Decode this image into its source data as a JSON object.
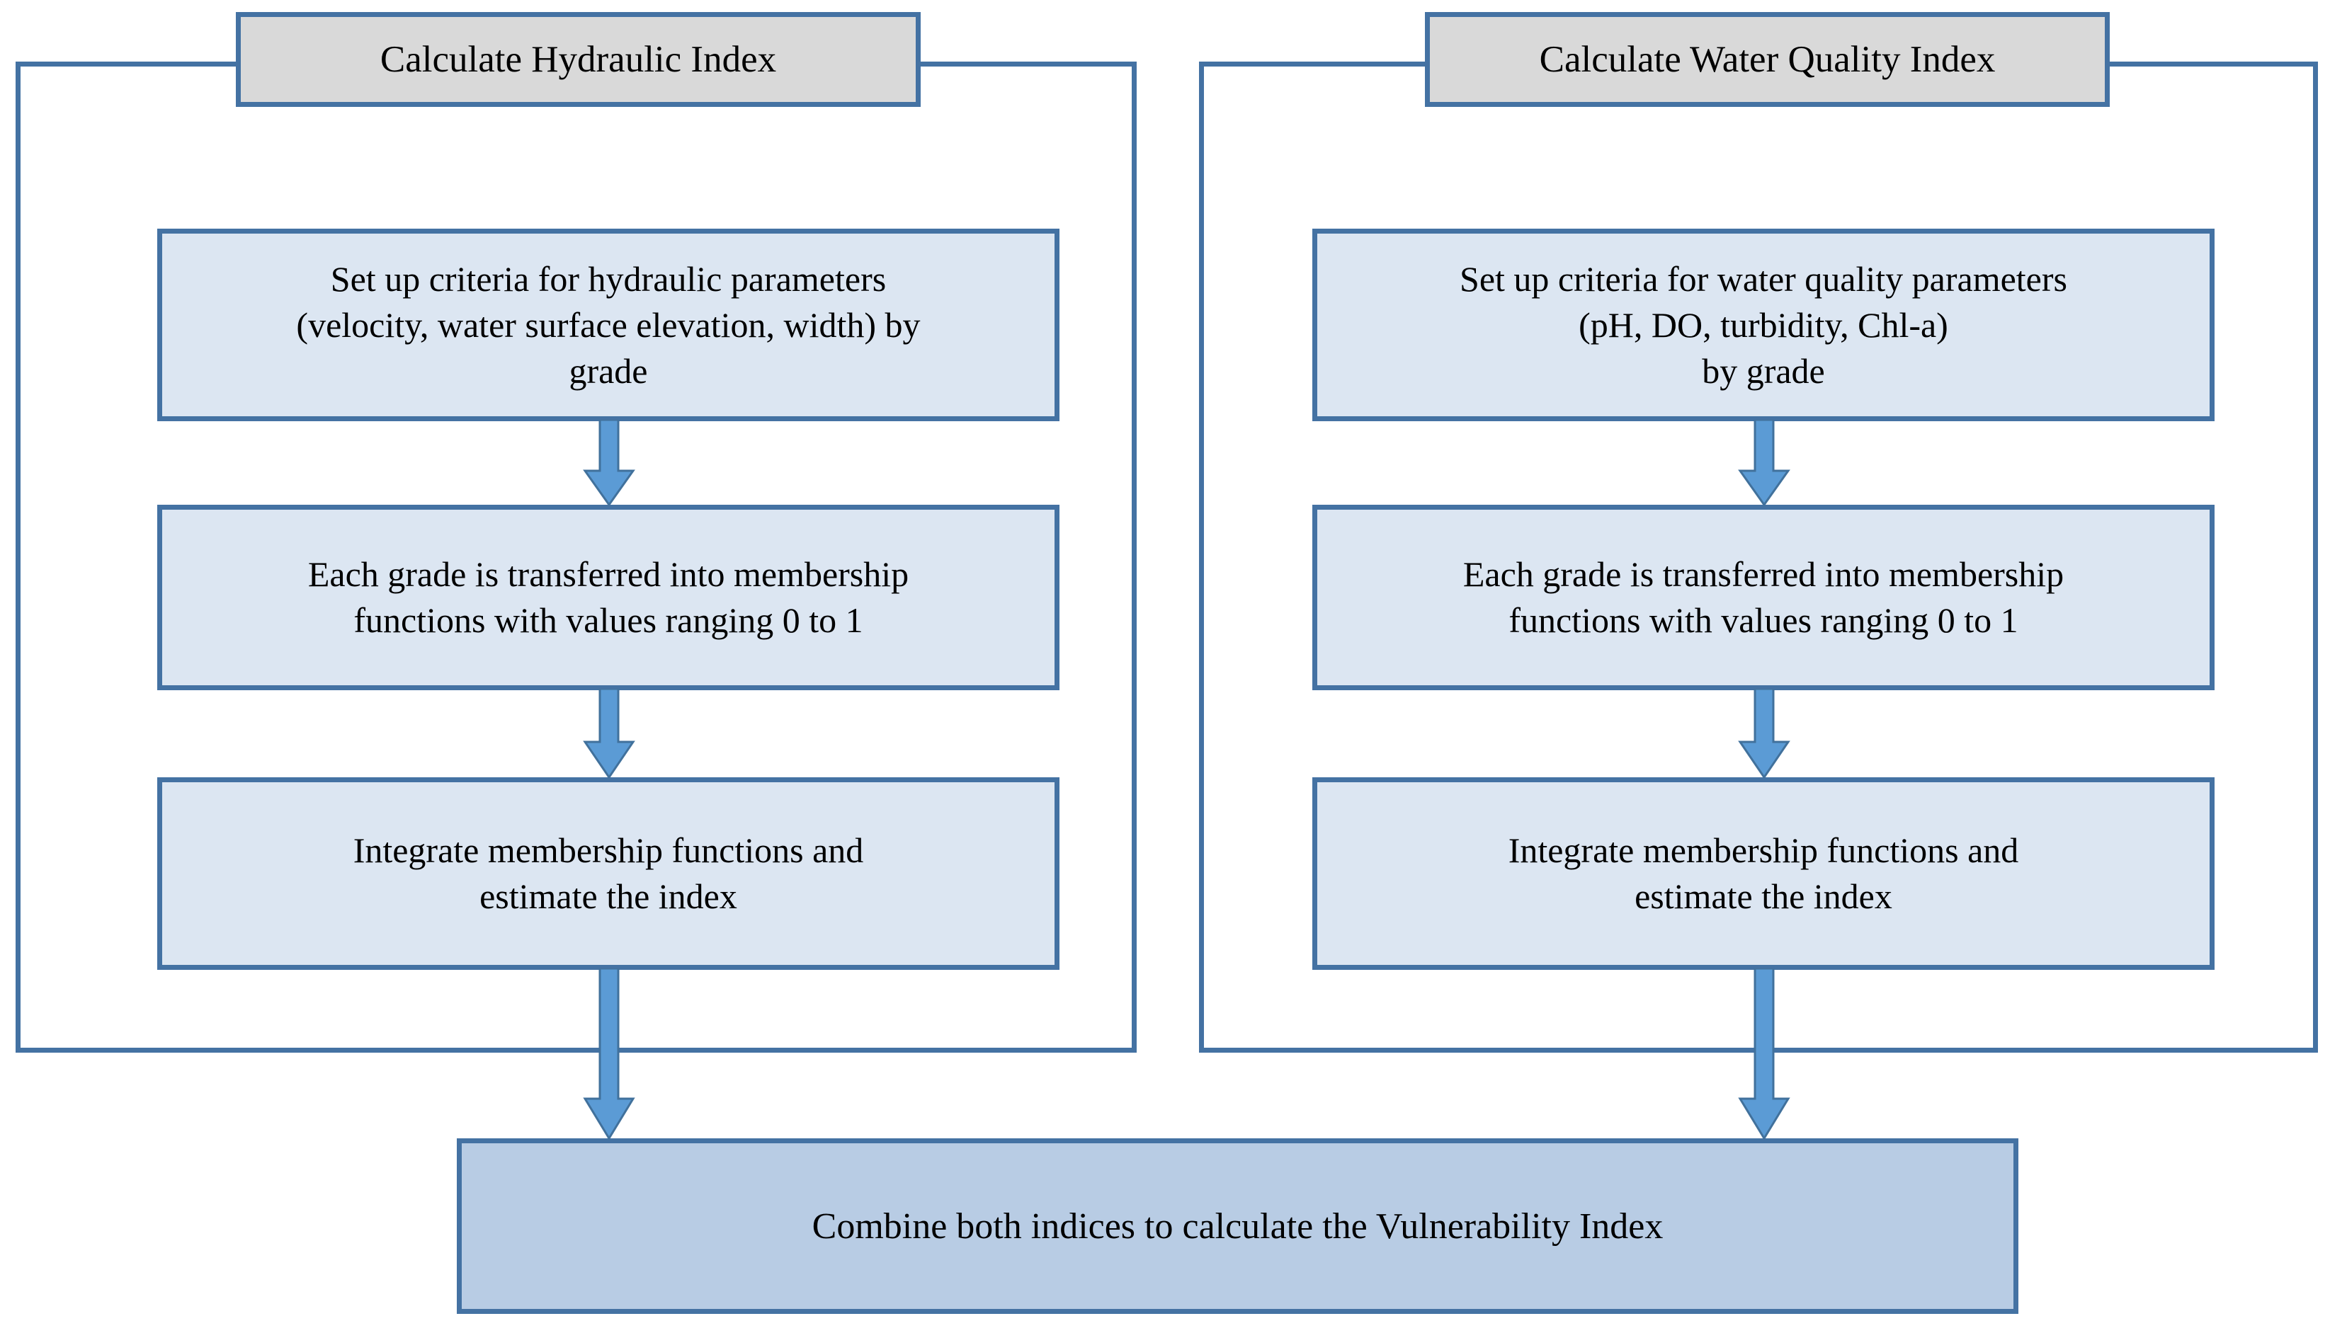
{
  "diagram": {
    "title": "Vulnerability Index Calculation Flowchart",
    "colors": {
      "frame_border": "#4472A3",
      "header_fill": "#D9D9D9",
      "process_fill": "#DCE6F2",
      "combine_fill": "#B8CCE4",
      "arrow_fill": "#5B9BD5",
      "arrow_border": "#41719C",
      "text": "#000000",
      "background": "#FFFFFF"
    }
  },
  "groups": [
    {
      "id": "hydraulic",
      "header": "Calculate Hydraulic Index",
      "steps": [
        "Set up criteria for hydraulic parameters\n(velocity, water surface elevation, width) by\ngrade",
        "Each grade is transferred into membership\nfunctions with values ranging 0 to 1",
        "Integrate membership functions and\nestimate the index"
      ]
    },
    {
      "id": "quality",
      "header": "Calculate Water Quality Index",
      "steps": [
        "Set up criteria for water quality parameters\n(pH, DO, turbidity, Chl-a)\nby grade",
        "Each grade is transferred into membership\nfunctions with values ranging 0 to 1",
        "Integrate membership functions and\nestimate the index"
      ]
    }
  ],
  "combine": {
    "label": "Combine both indices to calculate the Vulnerability Index"
  },
  "arrows": [
    {
      "id": "h1-to-h2",
      "direction": "down",
      "from": "hydraulic-step-1",
      "to": "hydraulic-step-2"
    },
    {
      "id": "h2-to-h3",
      "direction": "down",
      "from": "hydraulic-step-2",
      "to": "hydraulic-step-3"
    },
    {
      "id": "h3-to-combine",
      "direction": "down",
      "from": "hydraulic-step-3",
      "to": "combine"
    },
    {
      "id": "q1-to-q2",
      "direction": "down",
      "from": "quality-step-1",
      "to": "quality-step-2"
    },
    {
      "id": "q2-to-q3",
      "direction": "down",
      "from": "quality-step-2",
      "to": "quality-step-3"
    },
    {
      "id": "q3-to-combine",
      "direction": "down",
      "from": "quality-step-3",
      "to": "combine"
    }
  ]
}
